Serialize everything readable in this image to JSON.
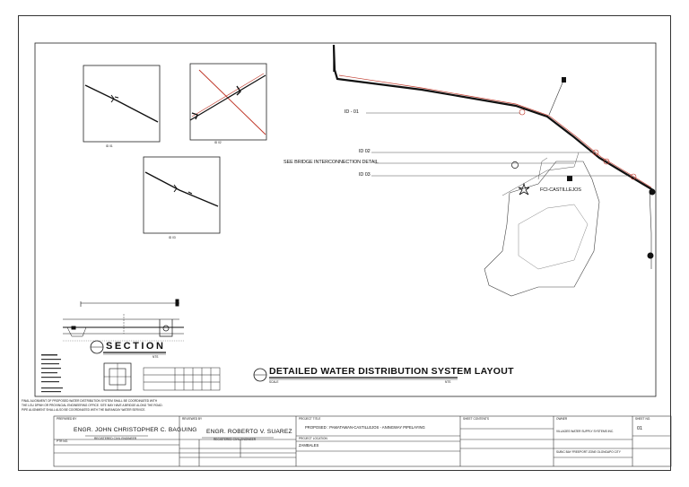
{
  "drawing": {
    "title": "DETAILED WATER DISTRIBUTION SYSTEM LAYOUT",
    "title_scale_left": "SCALE",
    "title_scale_right": "NTS",
    "section_title": "SECTION",
    "section_scale": "NTS",
    "callouts": [
      "ID - 01",
      "ID 02",
      "SEE BRIDGE INTERCONNECTION DETAIL",
      "ID 03"
    ],
    "facility_label": "FCI-CASTILLEJOS",
    "inset_labels": [
      "ID 01",
      "ID 02",
      "ID 03"
    ],
    "notes": [
      "FINAL ALIGNMENT OF PROPOSED WATER DISTRIBUTION SYSTEM SHALL BE COORDINATED WITH",
      "THE LGU DPWH OR PROVINCIAL ENGINEERING OFFICE. SITE MAY HAVE A BRIDGE ALONG THE ROAD.",
      "PIPE ALIGNMENT SHALL ALSO BE COORDINATED WITH THE BARANGAY WATER SERVICE."
    ]
  },
  "title_block": {
    "prepared_by": "PREPARED BY",
    "engineer1_name": "ENGR. JOHN CHRISTOPHER C. BAGUING",
    "engineer1_role": "REGISTERED CIVIL ENGINEER",
    "engineer1_sub": "PTR NO.",
    "reviewed_by": "REVIEWED BY",
    "engineer2_name": "ENGR. ROBERTO V. SUAREZ",
    "engineer2_role": "REGISTERED CIVIL ENGINEER",
    "project_title_label": "PROJECT TITLE",
    "project_title": "PROPOSED : PAMATAWAN-CASTILLEJOS - ANINGWAY PIPELAYING",
    "location_label": "PROJECT LOCATION",
    "location": "ZAMBALES",
    "sheet_contents_label": "SHEET CONTENTS",
    "owner_label": "OWNER",
    "owner": "VILLAGES WATER SUPPLY SYSTEMS INC.",
    "sheet_no_label": "SHEET NO.",
    "sheet_no": "01",
    "address": "SUBIC BAY FREEPORT ZONE OLONGAPO CITY"
  }
}
